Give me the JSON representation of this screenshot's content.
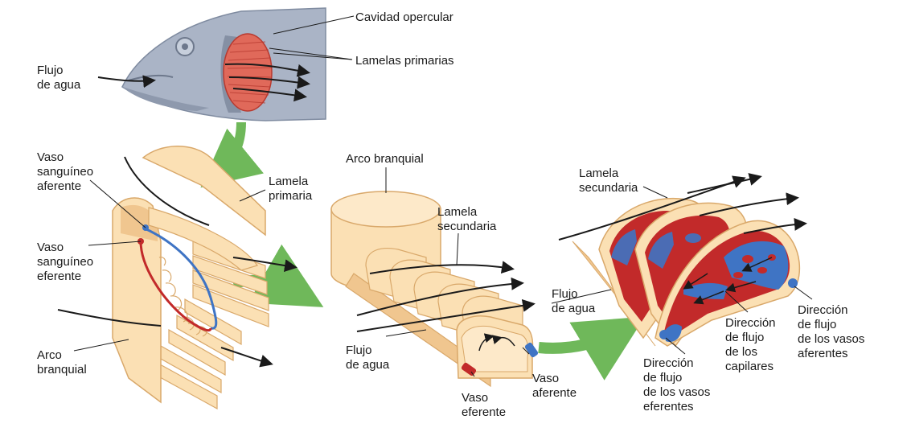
{
  "colors": {
    "fish_body": "#aab4c6",
    "fish_shade": "#7f8ba0",
    "gill": "#e0695a",
    "gill_dark": "#b83a30",
    "tissue": "#fbe0b4",
    "tissue_edge": "#d9a86a",
    "tissue_shade": "#f0c68f",
    "arrow_green": "#6fb85a",
    "vessel_blue": "#3f74c4",
    "vessel_red": "#c22a2a",
    "ink": "#1a1a1a"
  },
  "labels": {
    "cavidad_opercular": "Cavidad opercular",
    "lamelas_primarias": "Lamelas primarias",
    "flujo_agua_1": [
      "Flujo",
      "de agua"
    ],
    "vaso_aferente_1": [
      "Vaso",
      "sanguíneo",
      "aferente"
    ],
    "vaso_eferente_1": [
      "Vaso",
      "sanguíneo",
      "eferente"
    ],
    "lamela_primaria": [
      "Lamela",
      "primaria"
    ],
    "arco_branquial_1": [
      "Arco",
      "branquial"
    ],
    "arco_branquial_2": "Arco branquial",
    "lamela_secundaria_1": [
      "Lamela",
      "secundaria"
    ],
    "flujo_agua_2": [
      "Flujo",
      "de agua"
    ],
    "vaso_eferente_2": [
      "Vaso",
      "eferente"
    ],
    "vaso_aferente_2": [
      "Vaso",
      "aferente"
    ],
    "lamela_secundaria_2": [
      "Lamela",
      "secundaria"
    ],
    "flujo_agua_3": [
      "Flujo",
      "de agua"
    ],
    "dir_eferentes": [
      "Dirección",
      "de flujo",
      "de los vasos",
      "eferentes"
    ],
    "dir_capilares": [
      "Dirección",
      "de flujo",
      "de los",
      "capilares"
    ],
    "dir_aferentes": [
      "Dirección",
      "de flujo",
      "de los vasos",
      "aferentes"
    ]
  }
}
